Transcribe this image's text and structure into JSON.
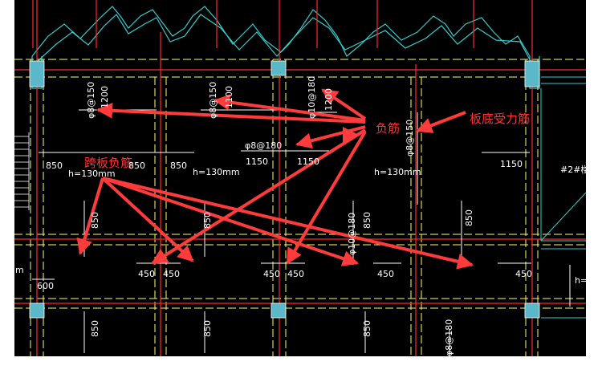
{
  "drawing": {
    "background": "#000000",
    "line_colors": {
      "beam_edge": "#ffff66",
      "axis": "#ff2a2a",
      "roof_outline": "#33cccc",
      "rebar": "#ffffff",
      "arrow": "#ff3b3b"
    }
  },
  "annotations": {
    "negative_rebar": "负筋",
    "bottom_rebar": "板底受力筋",
    "span_negative_rebar": "跨板负筋"
  },
  "labels": {
    "rebar_150_a": "φ8@150",
    "rebar_150_b": "φ8@150",
    "rebar_180_a": "φ10@180",
    "rebar_180_b": "φ8@180",
    "rebar_150_c": "φ8@150",
    "rebar_180_c": "φ10@180",
    "rebar_180_d": "φ8@180",
    "len_1200_a": "1200",
    "len_1100": "1100",
    "len_1200_b": "1200",
    "len_850_1": "850",
    "len_850_2": "850",
    "len_850_3": "850",
    "len_850_4": "850",
    "len_850_5": "850",
    "len_850_6": "850",
    "len_850_7": "850",
    "len_850_8": "850",
    "len_850_9": "850",
    "len_850_10": "850",
    "len_1150_1": "1150",
    "len_1150_2": "1150",
    "len_1150_3": "1150",
    "len_450_1": "450",
    "len_450_2": "450",
    "len_450_3": "450",
    "len_450_4": "450",
    "len_450_5": "450",
    "len_450_6": "450",
    "len_600": "600",
    "thick_1": "h=130mm",
    "thick_2": "h=130mm",
    "thick_3": "h=130mm",
    "thick_4": "h=",
    "edge_note": "#2#楼",
    "edge_m": "m"
  }
}
